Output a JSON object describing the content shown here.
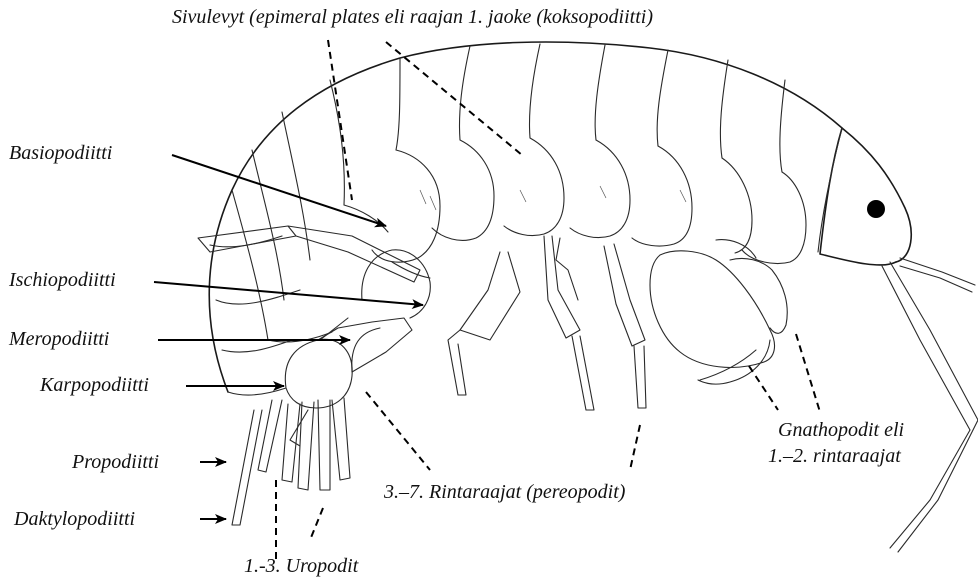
{
  "labels": {
    "epimeral": "Sivulevyt (epimeral plates eli raajan 1. jaoke (koksopodiitti)",
    "basiopodiitti": "Basiopodiitti",
    "ischiopodiitti": "Ischiopodiitti",
    "meropodiitti": "Meropodiitti",
    "karpopodiitti": "Karpopodiitti",
    "propodiitti": "Propodiitti",
    "daktylopodiitti": "Daktylopodiitti",
    "uropodit": "1.-3. Uropodit",
    "rintaraajat": "3.–7. Rintaraajat (pereopodit)",
    "gnathopodit_1": "Gnathopodit eli",
    "gnathopodit_2": "1.–2. rintaraajat"
  },
  "colors": {
    "ink": "#1a1a1a",
    "background": "#ffffff"
  }
}
